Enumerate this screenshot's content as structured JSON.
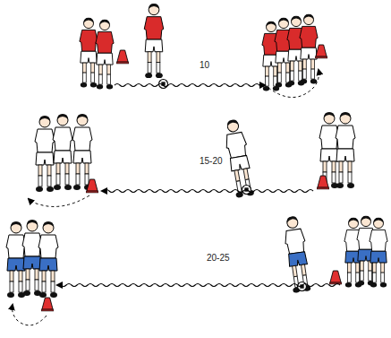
{
  "diagram": {
    "labels": [
      "10",
      "15-20",
      "20-25"
    ]
  }
}
